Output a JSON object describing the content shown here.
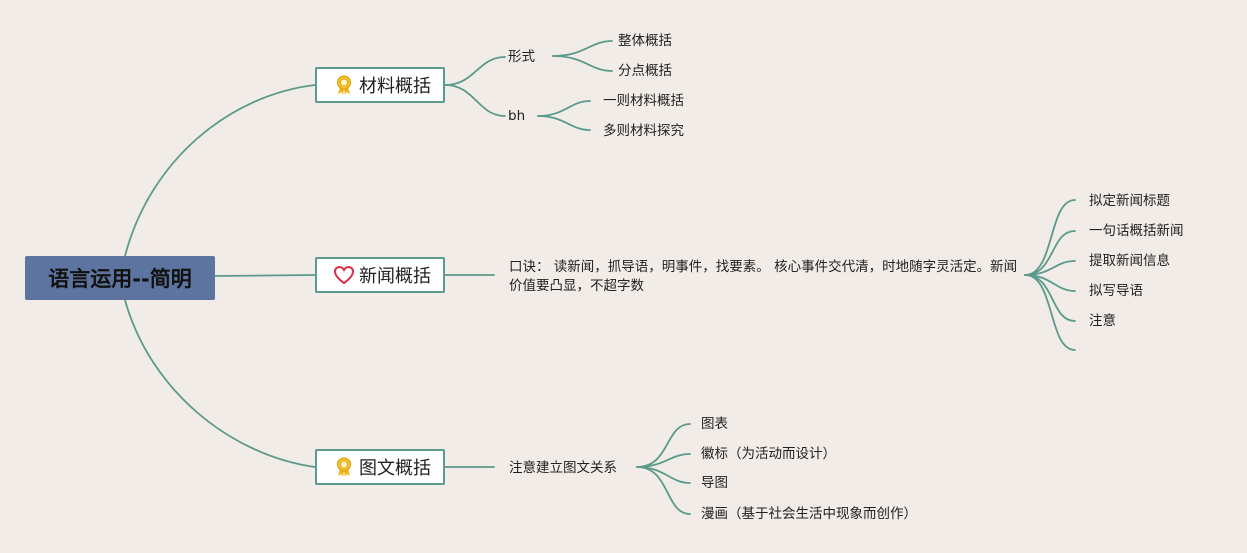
{
  "root": {
    "title": "语言运用--简明"
  },
  "branches": [
    {
      "title": "材料概括",
      "icon": "award-ribbon-icon",
      "children": [
        {
          "label": "形式",
          "children": [
            "整体概括",
            "分点概括"
          ]
        },
        {
          "label": "bh",
          "children": [
            "一则材料概括",
            "多则材料探究"
          ]
        }
      ]
    },
    {
      "title": "新闻概括",
      "icon": "heart-icon",
      "note": "口诀： 读新闻，抓导语，明事件，找要素。 核心事件交代清，时地随字灵活定。新闻价值要凸显，不超字数",
      "children": [
        "拟定新闻标题",
        "一句话概括新闻",
        "提取新闻信息",
        "拟写导语",
        "注意"
      ]
    },
    {
      "title": "图文概括",
      "icon": "award-ribbon-icon",
      "children": [
        {
          "label": "注意建立图文关系",
          "children": [
            "图表",
            "徽标（为活动而设计）",
            "导图",
            "漫画（基于社会生活中现象而创作）"
          ]
        }
      ]
    }
  ],
  "colors": {
    "background": "#f1ece7",
    "root_fill": "#5e74a0",
    "link": "#5b9a8c",
    "topic_fill": "#ffffff"
  }
}
